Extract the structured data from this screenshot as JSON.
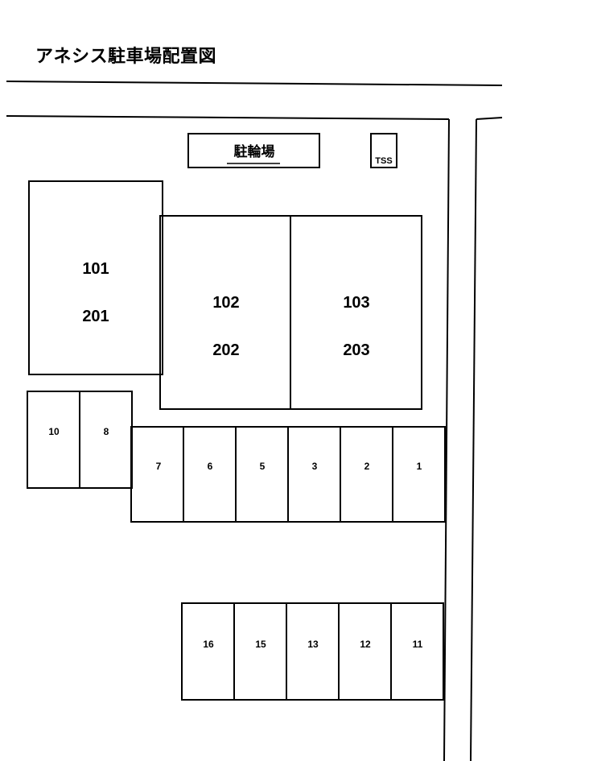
{
  "title": "アネシス駐車場配置図",
  "bicycle_parking": "駐輪場",
  "tss_label": "TSS",
  "buildings": [
    {
      "upper": "101",
      "lower": "201"
    },
    {
      "upper": "102",
      "lower": "202"
    },
    {
      "upper": "103",
      "lower": "203"
    }
  ],
  "parking_row1": [
    "10",
    "8",
    "7",
    "6",
    "5",
    "3",
    "2",
    "1"
  ],
  "parking_row2": [
    "16",
    "15",
    "13",
    "12",
    "11"
  ]
}
